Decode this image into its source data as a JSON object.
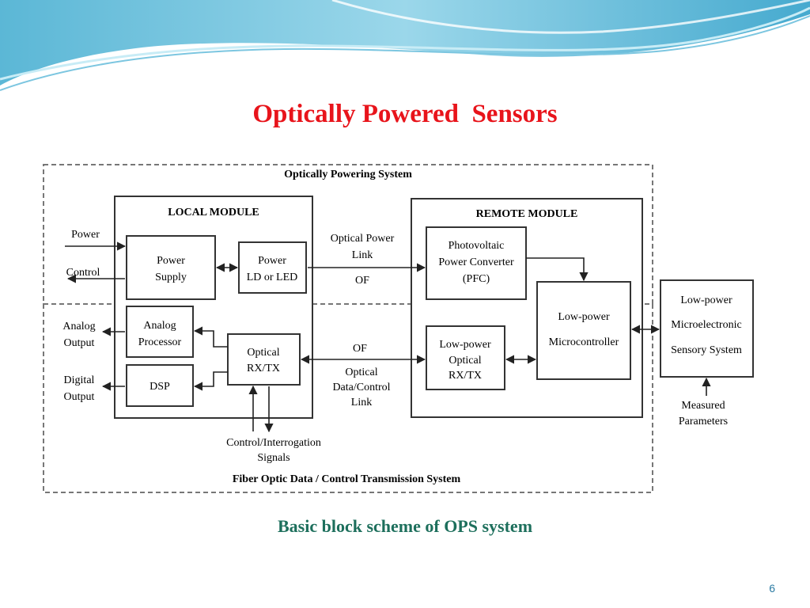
{
  "slide": {
    "title": "Optically Powered  Sensors",
    "caption": "Basic block scheme of OPS system",
    "page_number": "6"
  },
  "diagram": {
    "regions": {
      "powering_system": "Optically Powering System",
      "transmission_system": "Fiber Optic Data / Control Transmission System"
    },
    "modules": {
      "local": "LOCAL MODULE",
      "remote": "REMOTE MODULE"
    },
    "blocks": {
      "power_supply": [
        "Power",
        "Supply"
      ],
      "power_ld": [
        "Power",
        "LD or LED"
      ],
      "analog_processor": [
        "Analog",
        "Processor"
      ],
      "dsp": [
        "DSP"
      ],
      "optical_rxtx": [
        "Optical",
        "RX/TX"
      ],
      "pfc": [
        "Photovoltaic",
        "Power Converter",
        "(PFC)"
      ],
      "lp_optical_rxtx": [
        "Low-power",
        "Optical",
        "RX/TX"
      ],
      "lp_microcontroller": [
        "Low-power",
        "Microcontroller"
      ],
      "sensory_system": [
        "Low-power",
        "Microelectronic",
        "Sensory System"
      ]
    },
    "labels": {
      "power_in": "Power",
      "control_out": "Control",
      "analog_output": [
        "Analog",
        "Output"
      ],
      "digital_output": [
        "Digital",
        "Output"
      ],
      "optical_power_link": [
        "Optical Power",
        "Link"
      ],
      "of_top": "OF",
      "of_bottom": "OF",
      "data_control_link": [
        "Optical",
        "Data/Control",
        "Link"
      ],
      "control_signals": [
        "Control/Interrogation",
        "Signals"
      ],
      "measured_parameters": [
        "Measured",
        "Parameters"
      ]
    }
  }
}
